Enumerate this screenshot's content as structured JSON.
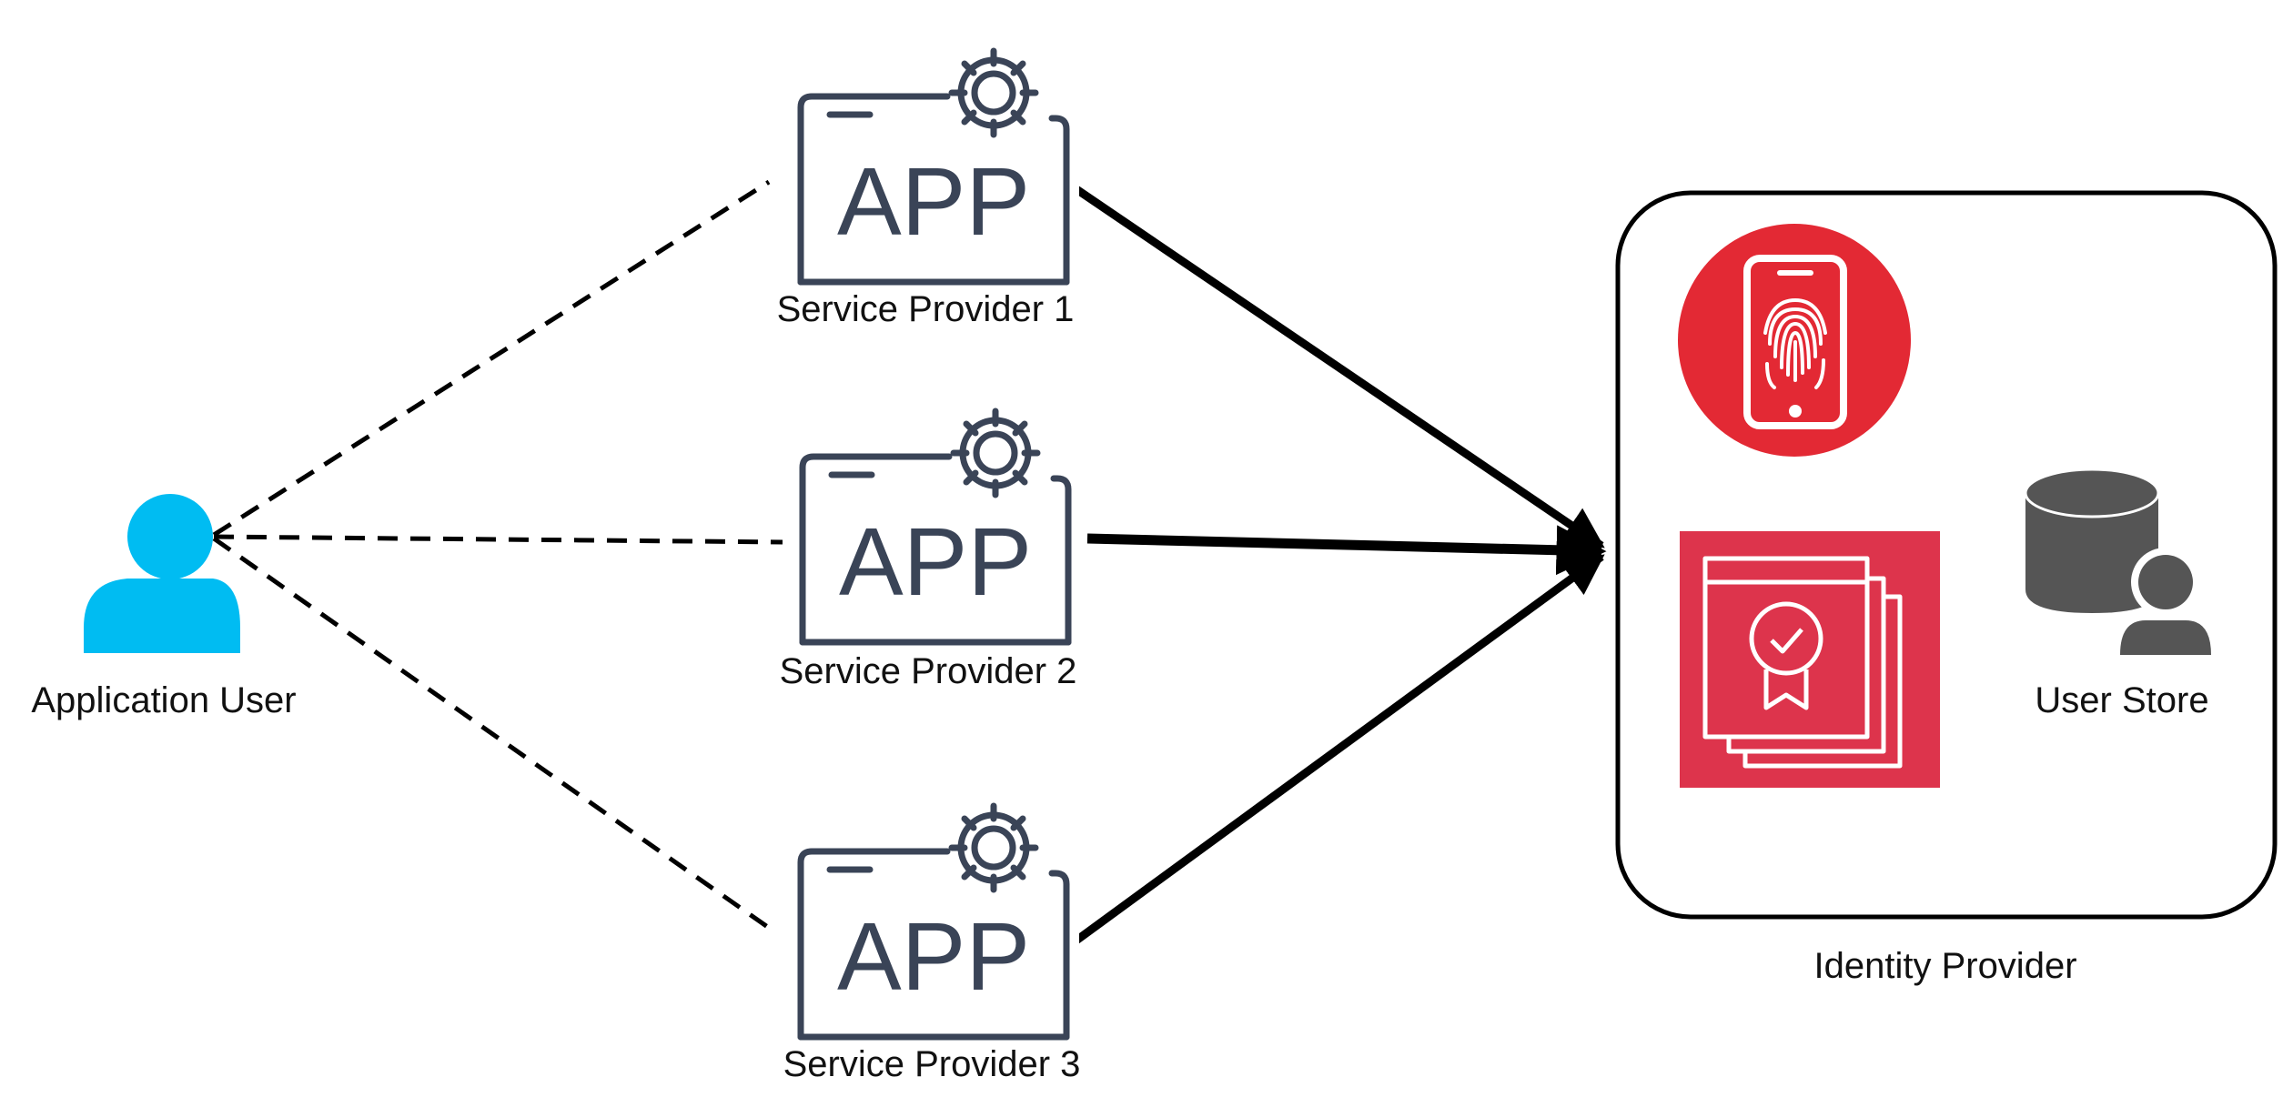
{
  "diagram": {
    "user": {
      "label": "Application User",
      "icon": "user-icon",
      "color": "#00BCF2"
    },
    "service_providers": [
      {
        "label": "Service Provider 1",
        "icon_text": "APP",
        "icon": "app-gear-icon"
      },
      {
        "label": "Service Provider 2",
        "icon_text": "APP",
        "icon": "app-gear-icon"
      },
      {
        "label": "Service Provider 3",
        "icon_text": "APP",
        "icon": "app-gear-icon"
      }
    ],
    "identity_provider": {
      "label": "Identity Provider",
      "components": [
        {
          "icon": "fingerprint-phone-icon",
          "color": "#E32934"
        },
        {
          "icon": "certificate-icon",
          "color": "#DD344C"
        },
        {
          "icon": "user-store-icon",
          "label": "User Store",
          "color": "#555555"
        }
      ]
    },
    "colors": {
      "app_icon": "#3A4457",
      "line": "#000000"
    }
  }
}
